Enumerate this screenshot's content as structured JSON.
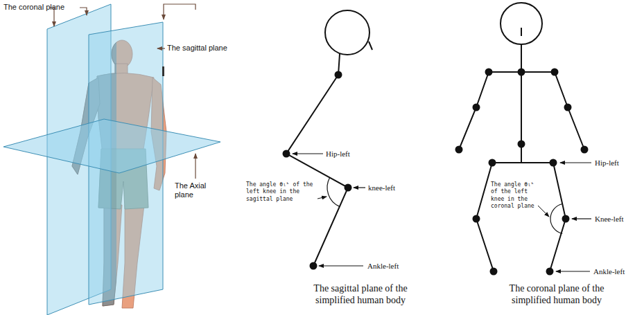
{
  "diagram": {
    "labels": [
      "The coronal plane",
      "The sagittal plane",
      "The Axial plane",
      "Hip-left",
      "knee-left",
      "Ankle-left",
      "The angle θₗᵏ of the left knee in the sagittal plane",
      "The sagittal plane of the simplified human body",
      "Hip-left",
      "Knee-left",
      "Ankle-left",
      "The angle θₗᵏ of the left knee in the coronal plane",
      "The coronal plane of the simplified human body"
    ]
  }
}
